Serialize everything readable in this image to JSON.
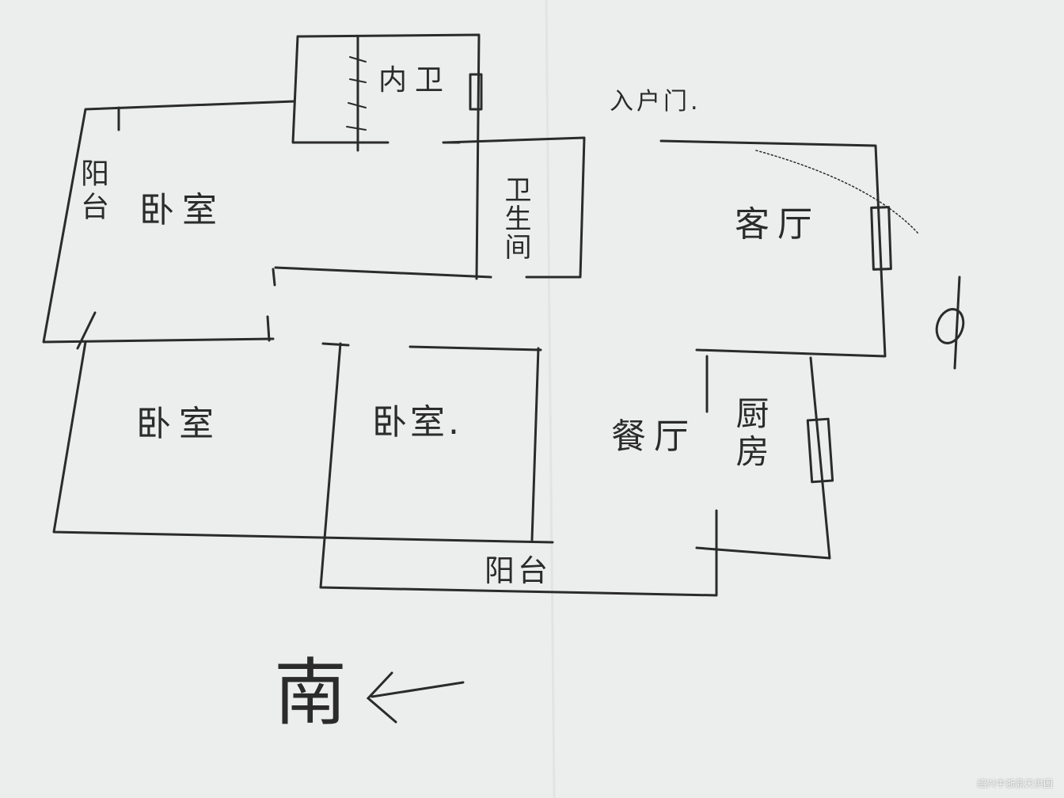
{
  "colors": {
    "paper": "#eceeed",
    "paper_shadow": "#c9cbca",
    "ink": "#2b2b2b",
    "watermark": "#f7f7f7"
  },
  "rooms": {
    "inner_bath": "内卫",
    "entrance_door": "入户门.",
    "bedroom_master": "卧室",
    "balcony_west": "阳台",
    "bathroom": "卫生间",
    "living_room": "客厅",
    "bedroom_left": "卧室",
    "bedroom_middle": "卧室.",
    "dining_room": "餐厅",
    "kitchen": "厨房",
    "balcony_south": "阳台"
  },
  "compass": {
    "direction_label": "南"
  },
  "watermark": {
    "text": "绍兴中浙鼎天供图"
  }
}
